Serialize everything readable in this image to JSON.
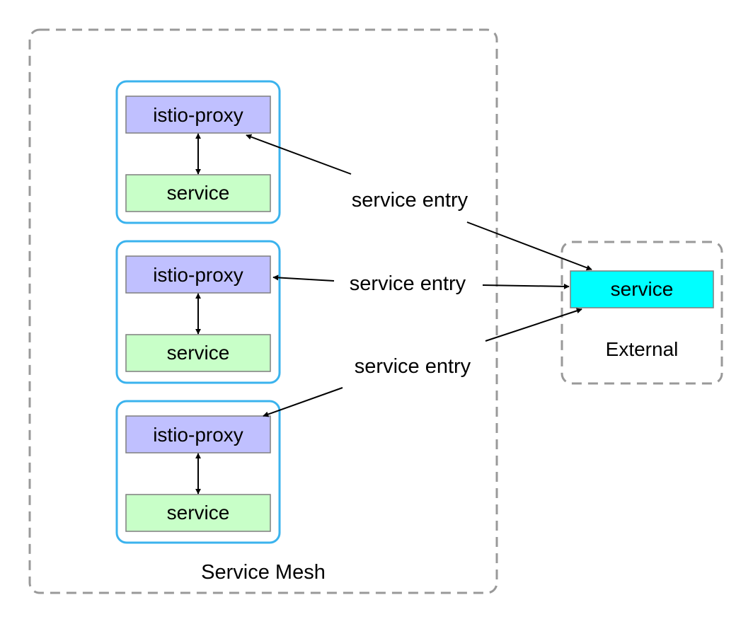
{
  "mesh": {
    "label": "Service Mesh",
    "pods": [
      {
        "proxy_label": "istio-proxy",
        "service_label": "service"
      },
      {
        "proxy_label": "istio-proxy",
        "service_label": "service"
      },
      {
        "proxy_label": "istio-proxy",
        "service_label": "service"
      }
    ]
  },
  "external": {
    "label": "External",
    "service_label": "service"
  },
  "entries": [
    {
      "label": "service entry"
    },
    {
      "label": "service entry"
    },
    {
      "label": "service entry"
    }
  ],
  "colors": {
    "proxy_fill": "#C0C0FF",
    "service_fill": "#C8FFC8",
    "external_service_fill": "#00FFFF",
    "pod_border": "#3BB3EE",
    "dashed_border": "#999999"
  }
}
